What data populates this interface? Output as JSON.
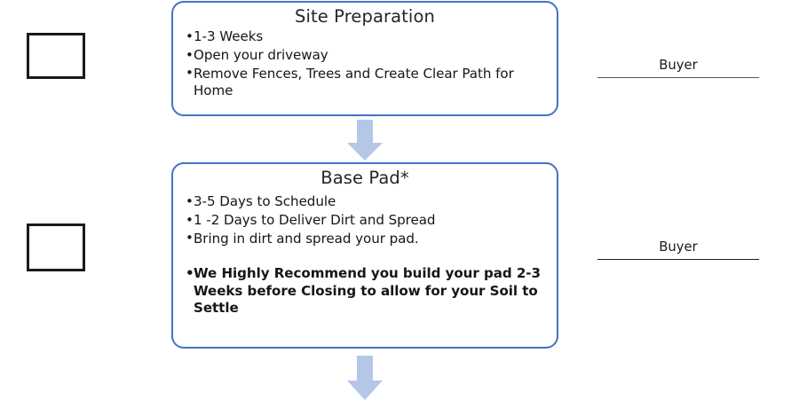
{
  "diagram": {
    "title_hidden": "",
    "colors": {
      "box_border": "#4472C4",
      "arrow_fill": "#B4C7E7",
      "checkbox_border": "#1A1A1A",
      "text": "#161616",
      "rule": "#3A3A3A"
    },
    "checkboxes": [
      {
        "name": "site-preparation-checkbox",
        "checked": false,
        "label": ""
      },
      {
        "name": "base-pad-checkbox",
        "checked": false,
        "label": ""
      }
    ],
    "steps": [
      {
        "id": "site-preparation",
        "title": "Site Preparation",
        "bullets": [
          {
            "text": "1-3 Weeks",
            "bold": false,
            "gap_before": false
          },
          {
            "text": "Open your driveway",
            "bold": false,
            "gap_before": false
          },
          {
            "text": "Remove Fences, Trees and Create Clear Path for Home",
            "bold": false,
            "gap_before": false
          }
        ],
        "role": "Buyer"
      },
      {
        "id": "base-pad",
        "title": "Base Pad*",
        "bullets": [
          {
            "text": "3-5 Days to Schedule",
            "bold": false,
            "gap_before": false
          },
          {
            "text": "1 -2 Days to Deliver Dirt and Spread",
            "bold": false,
            "gap_before": false
          },
          {
            "text": "Bring in dirt and spread your pad.",
            "bold": false,
            "gap_before": false
          },
          {
            "text": "We Highly Recommend you build your pad 2-3 Weeks before Closing to allow for your Soil to Settle",
            "bold": true,
            "gap_before": true
          }
        ],
        "role": "Buyer"
      }
    ],
    "connectors": [
      {
        "id": "arrow-site-preparation-to-base-pad",
        "icon": "down-arrow-icon"
      },
      {
        "id": "arrow-base-pad-to-next",
        "icon": "down-arrow-icon"
      }
    ]
  }
}
